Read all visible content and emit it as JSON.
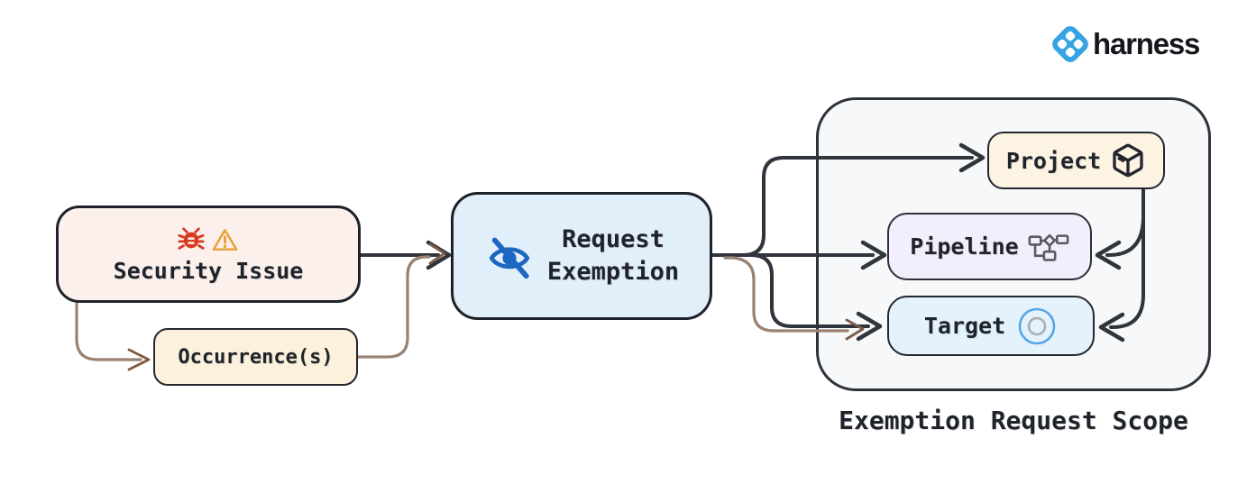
{
  "logo": {
    "brand": "harness",
    "icon": "harness-diamond-icon",
    "icon_color": "#38a3e2",
    "text_color": "#15151c"
  },
  "diagram": {
    "nodes": {
      "security_issue": {
        "label": "Security Issue",
        "icons": [
          "bug-icon",
          "warning-triangle-icon"
        ],
        "fill": "#fcf0ec"
      },
      "occurrence": {
        "label": "Occurrence(s)",
        "fill": "#fbf1dc"
      },
      "request_exemption": {
        "label_line1": "Request",
        "label_line2": "Exemption",
        "icon": "eye-off-icon",
        "fill": "#e1effa"
      },
      "project": {
        "label": "Project",
        "icon": "package-icon",
        "fill": "#fdf3e2"
      },
      "pipeline": {
        "label": "Pipeline",
        "icon": "pipeline-flowchart-icon",
        "fill": "#f3eefc"
      },
      "target": {
        "label": "Target",
        "icon": "target-circles-icon",
        "fill": "#e4f2fc"
      }
    },
    "scope_group": {
      "label": "Exemption Request Scope",
      "fill": "#f7f8f9"
    },
    "edges": [
      {
        "from": "security_issue",
        "to": "request_exemption",
        "color": "dark"
      },
      {
        "from": "security_issue",
        "to": "occurrence",
        "color": "brown"
      },
      {
        "from": "occurrence",
        "to": "request_exemption",
        "color": "brown"
      },
      {
        "from": "request_exemption",
        "to": "project",
        "color": "dark"
      },
      {
        "from": "request_exemption",
        "to": "pipeline",
        "color": "dark"
      },
      {
        "from": "request_exemption",
        "to": "target",
        "color": "dark"
      },
      {
        "from": "occurrence",
        "to": "target",
        "color": "brown"
      },
      {
        "from": "project",
        "to": "pipeline",
        "color": "dark"
      },
      {
        "from": "project",
        "to": "target",
        "color": "dark"
      }
    ],
    "colors": {
      "edge_dark": "#30353d",
      "edge_brown": "#9a8272",
      "edge_brown_head": "#7c5a44",
      "bug_red": "#d93a24",
      "warning_orange": "#e8a23c",
      "eye_blue": "#1c67c0",
      "target_ring_blue": "#57a5e8",
      "pipeline_gray": "#565b63",
      "text": "#1f232b"
    }
  }
}
